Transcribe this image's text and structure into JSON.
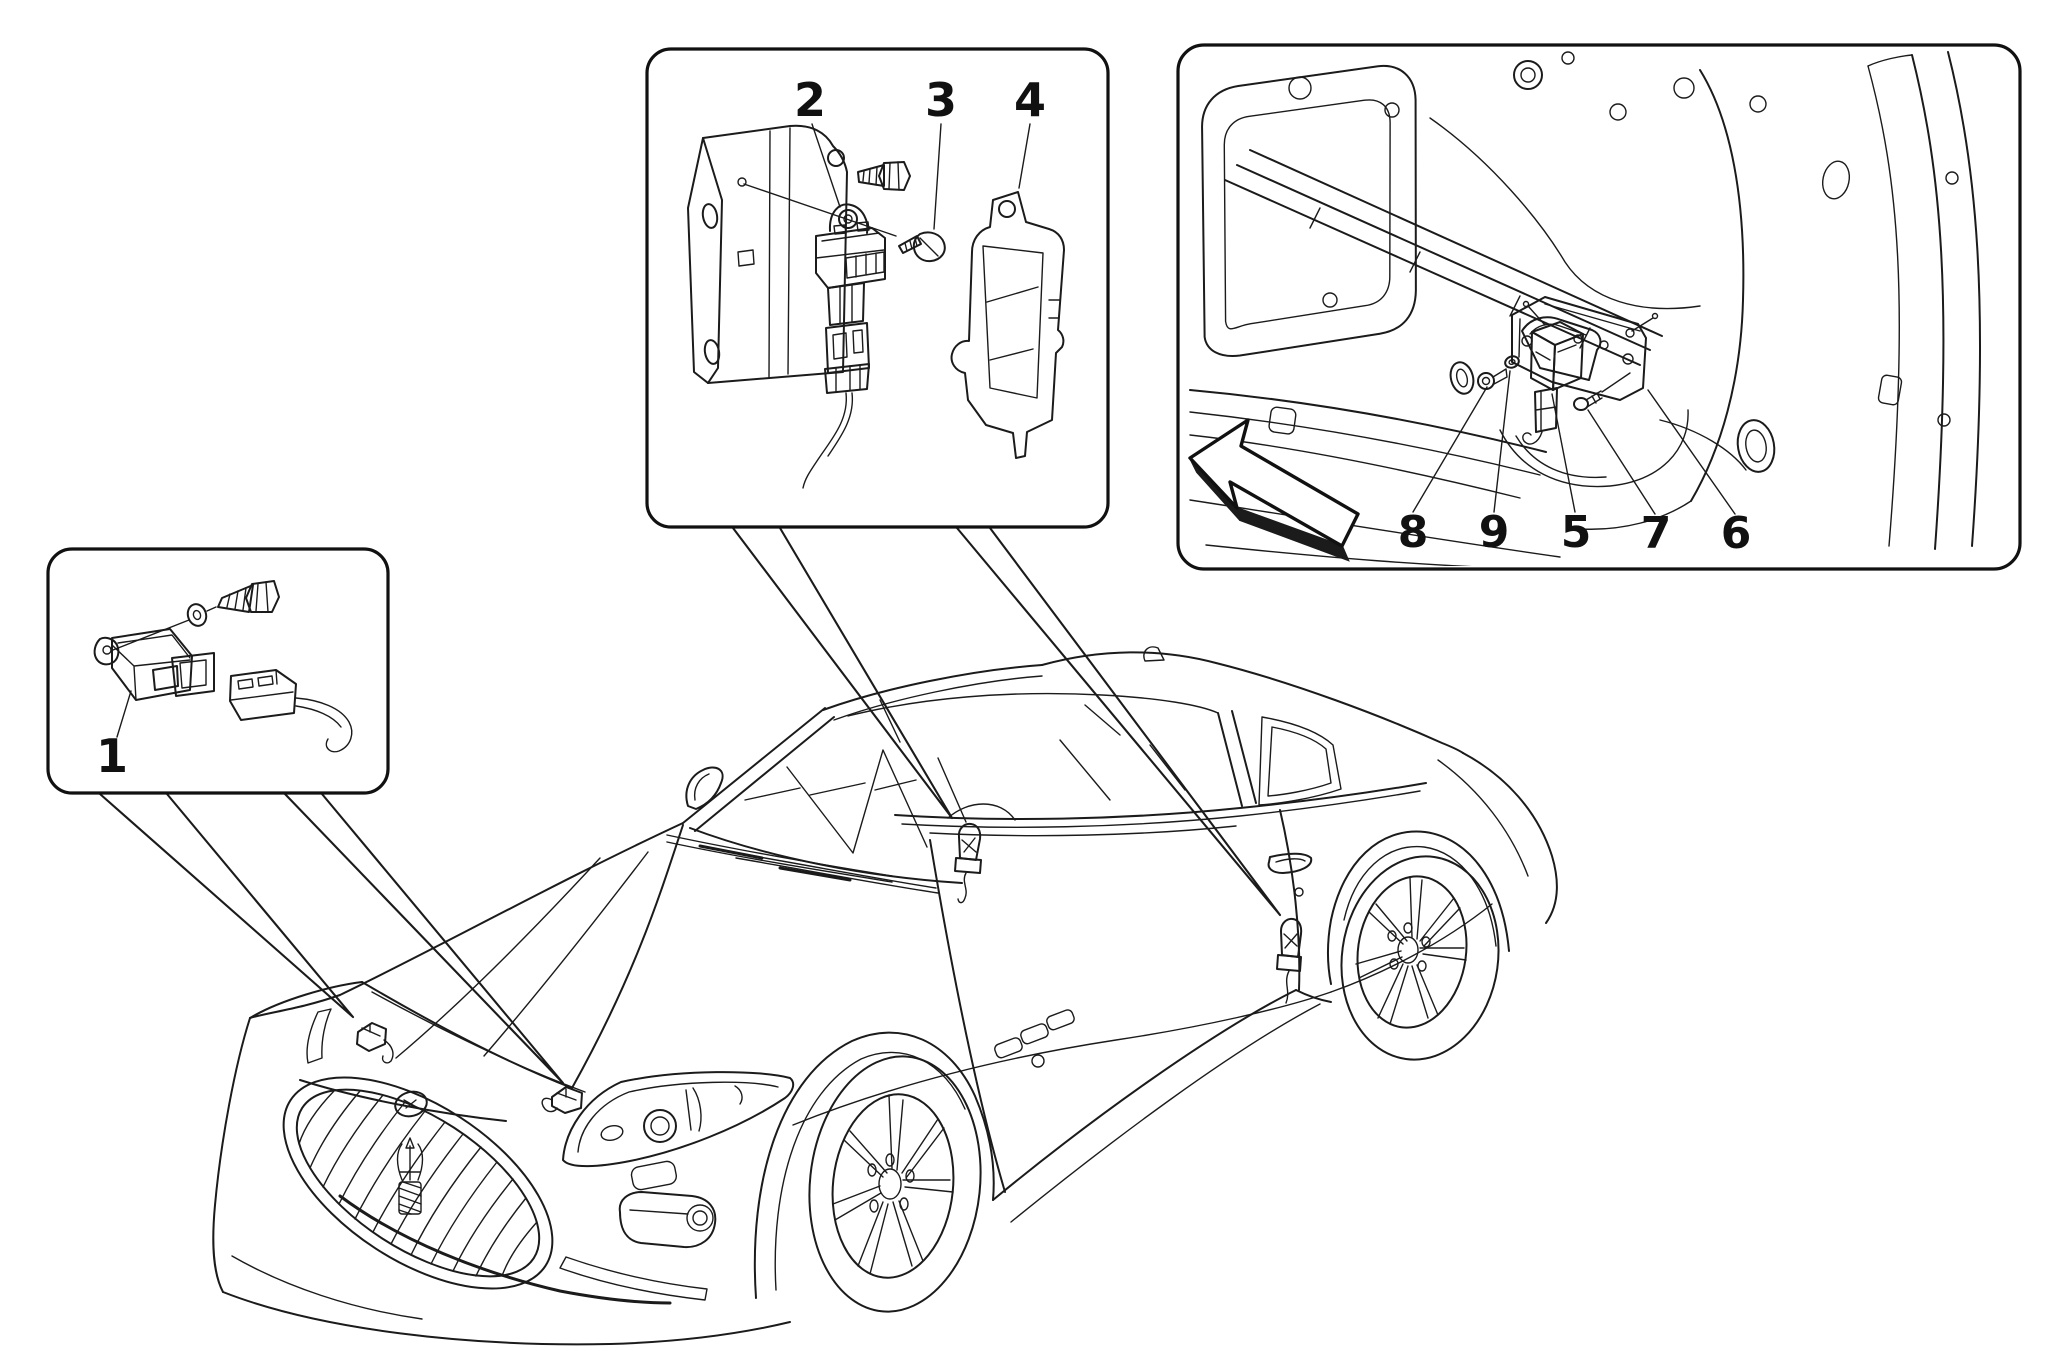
{
  "page": {
    "background": "#ffffff",
    "ink_color": "#1b1b1b"
  },
  "diagram": {
    "type": "exploded-parts-diagram",
    "subject": "car crash sensors locations",
    "labels": {
      "part1": "1",
      "part2": "2",
      "part3": "3",
      "part4": "4",
      "part5": "5",
      "part6": "6",
      "part7": "7",
      "part8": "8",
      "part9": "9"
    },
    "callout_boxes": [
      {
        "id": "front-sensor-box",
        "labels": [
          "1"
        ]
      },
      {
        "id": "bracket-sensor-box",
        "labels": [
          "2",
          "3",
          "4"
        ]
      },
      {
        "id": "door-panel-box",
        "labels": [
          "8",
          "9",
          "5",
          "7",
          "6"
        ]
      }
    ]
  }
}
